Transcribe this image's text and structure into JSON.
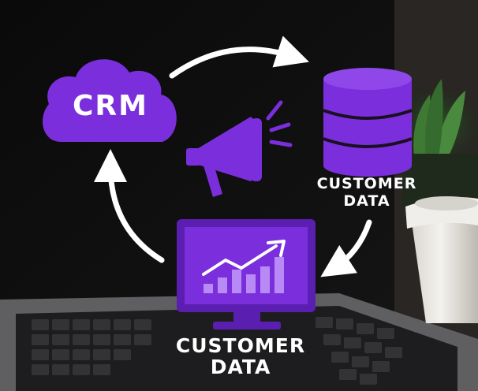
{
  "nodes": {
    "cloud": {
      "label": "CRM"
    },
    "database": {
      "label_line1": "CUSTOMER",
      "label_line2": "DATA"
    },
    "monitor": {
      "label_line1": "CUSTOMER",
      "label_line2": "DATA"
    }
  },
  "colors": {
    "accent": "#7b2fdc",
    "accent_dark": "#5a1fb0",
    "accent_light": "#9b5cf0",
    "arrow": "#ffffff",
    "background": "#121212"
  },
  "icons": {
    "center": "megaphone-icon",
    "chart": "trend-up-icon"
  }
}
